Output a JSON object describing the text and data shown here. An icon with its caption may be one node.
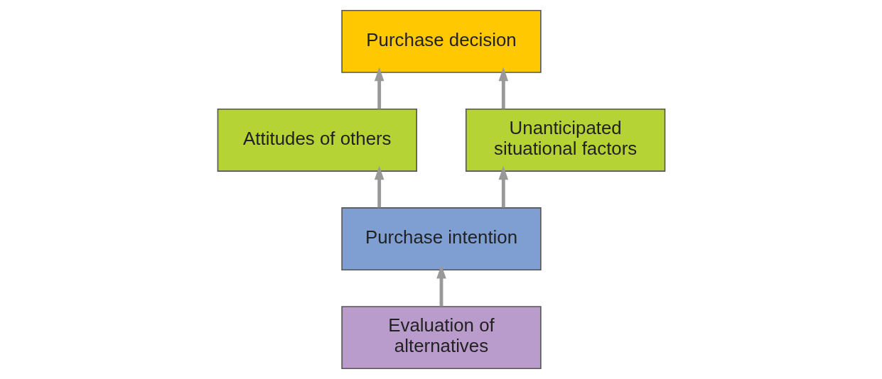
{
  "diagram": {
    "nodes": [
      {
        "text": [
          "Purchase decision"
        ]
      },
      {
        "text": [
          "Attitudes of others"
        ]
      },
      {
        "text": [
          "Unanticipated situational factors"
        ]
      },
      {
        "text": [
          "Purchase intention"
        ]
      },
      {
        "text": [
          "Evaluation of alternatives"
        ]
      }
    ],
    "edges": [
      {
        "from": 4,
        "to": 3,
        "arrow": "to"
      },
      {
        "from": 3,
        "to": 1,
        "arrow": "to"
      },
      {
        "from": 3,
        "to": 2,
        "arrow": "to"
      },
      {
        "from": 1,
        "to": 0,
        "arrow": "to"
      },
      {
        "from": 2,
        "to": 0,
        "arrow": "to"
      }
    ]
  }
}
